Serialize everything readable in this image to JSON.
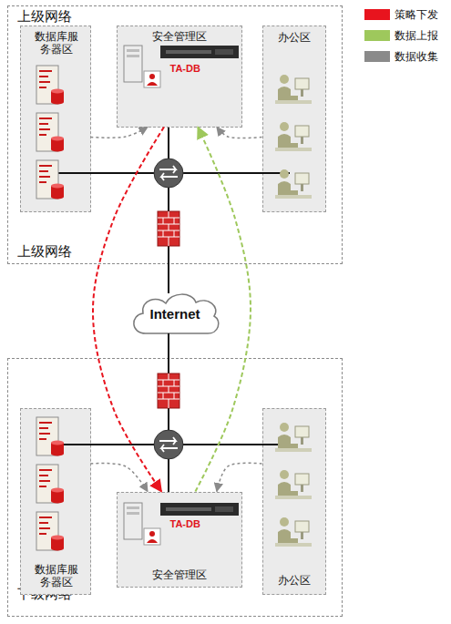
{
  "diagram": {
    "nodes": [
      {
        "text": [
          "上级网络",
          "上级网络"
        ]
      },
      {
        "text": [
          "数据库服务器区"
        ],
        "in": 0
      },
      {
        "text": [
          "安全管理区",
          "TA-DB"
        ],
        "in": 0
      },
      {
        "text": [
          "办公区"
        ],
        "in": 0
      },
      {
        "text": [
          "Internet"
        ]
      },
      {
        "text": [
          "下级网络"
        ]
      },
      {
        "text": [
          "数据库服务器区"
        ],
        "in": 5
      },
      {
        "text": [
          "安全管理区",
          "TA-DB"
        ],
        "in": 5
      },
      {
        "text": [
          "办公区"
        ],
        "in": 5
      }
    ],
    "edges": [
      {
        "from": 2,
        "to": 7,
        "arrow": "to"
      },
      {
        "from": 7,
        "to": 2,
        "arrow": "to"
      },
      {
        "from": 1,
        "to": 2,
        "arrow": "to"
      },
      {
        "from": 3,
        "to": 2,
        "arrow": "to"
      },
      {
        "from": 6,
        "to": 7,
        "arrow": "to"
      },
      {
        "from": 8,
        "to": 7,
        "arrow": "to"
      }
    ],
    "legend": [
      {
        "text": "策略下发",
        "color": "#e8141e"
      },
      {
        "text": "数据上报",
        "color": "#9ec85c"
      },
      {
        "text": "数据收集",
        "color": "#8a8a8a"
      }
    ]
  }
}
